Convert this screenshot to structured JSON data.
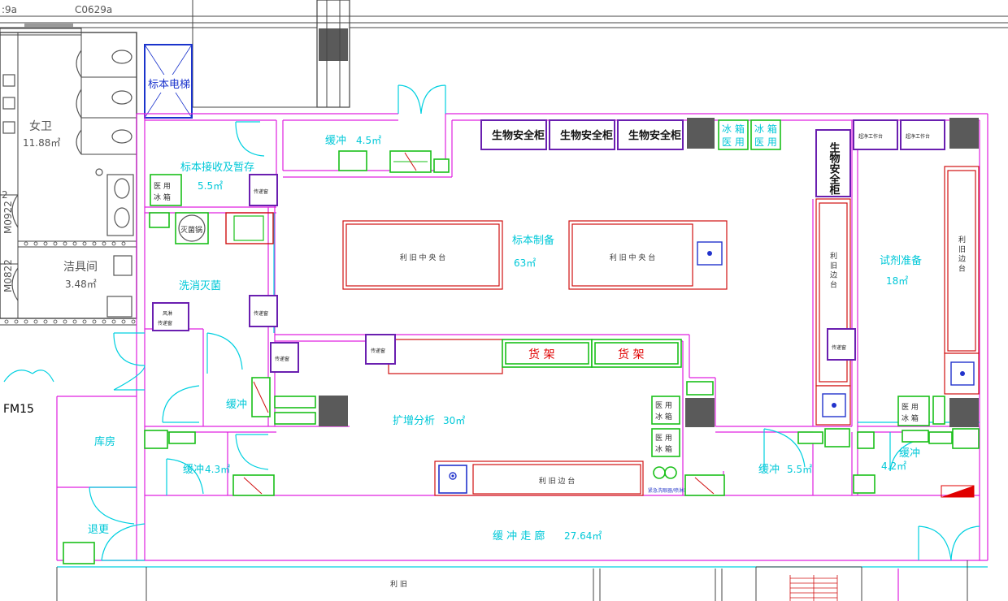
{
  "header": {
    "label_left": ":9a",
    "label_mid": "C0629a"
  },
  "rooms": {
    "womens_wc": {
      "name": "女卫",
      "area": "11.88㎡"
    },
    "janitor": {
      "name": "洁具间",
      "area": "3.48㎡"
    },
    "specimen_receive": {
      "name": "标本接收及暂存",
      "area": "5.5㎡"
    },
    "buffer_top": {
      "name": "缓冲",
      "area": "4.5㎡"
    },
    "specimen_prep": {
      "name": "标本制备",
      "area": "63㎡"
    },
    "reagent_prep": {
      "name": "试剂准备",
      "area": "18㎡"
    },
    "wash_sterilize": {
      "name": "洗消灭菌"
    },
    "buffer_small": {
      "name": "缓冲"
    },
    "amplification": {
      "name": "扩增分析",
      "area": "30㎡"
    },
    "storeroom": {
      "name": "库房"
    },
    "undress": {
      "name": "退更"
    },
    "buffer_43": {
      "name": "缓冲",
      "area": "4.3㎡"
    },
    "buffer_55": {
      "name": "缓冲",
      "area": "5.5㎡"
    },
    "buffer_42": {
      "name": "缓冲",
      "area": "4.2㎡"
    },
    "corridor": {
      "name": "缓 冲 走 廊",
      "area": "27.64㎡"
    }
  },
  "equipment": {
    "elevator": "标本电梯",
    "bsc": "生物安全柜",
    "fridge": [
      "冰 箱",
      "医 用"
    ],
    "clean_bench": "超净工作台",
    "pass_box": "传递窗",
    "autoclave": "灭菌锅",
    "center_table": "利 旧 中 央 台",
    "side_table": "利 旧 边 台",
    "side_table_v": "利 旧 边 台",
    "reused": "利 旧",
    "shelf": "货  架",
    "air_shower_pass": [
      "风淋",
      "传递窗"
    ],
    "wash_station": "洗眼器",
    "shower_label": "紧急洗眼器/喷淋装置",
    "fridge_v": [
      "医 用",
      "冰 箱"
    ]
  },
  "doors": {
    "fm15": "FM15",
    "m0922": "M0922",
    "m0822": "M0822",
    "two": "2"
  }
}
